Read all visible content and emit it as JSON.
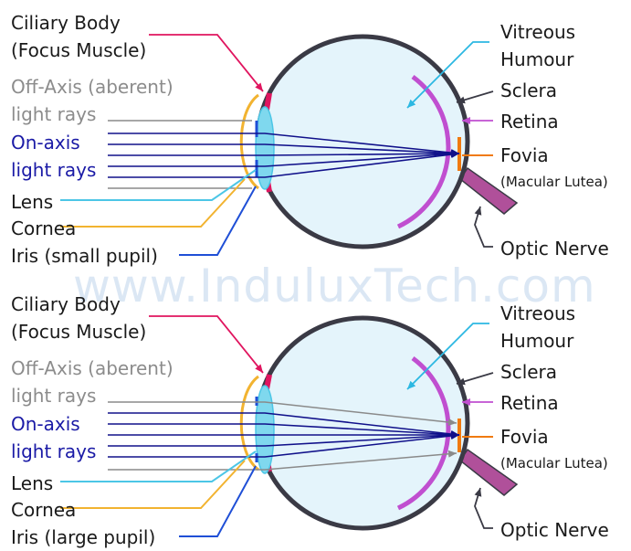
{
  "watermark": "www.InduluxTech.com",
  "colors": {
    "sclera": "#3a3a45",
    "vitreous": "#e4f4fb",
    "retina": "#c04fd0",
    "ciliary": "#e0155f",
    "lens": "#7fd8ee",
    "cornea": "#f2b330",
    "iris": "#1f4fd6",
    "on_axis": "#10108a",
    "off_axis": "#8a8a8a",
    "fovea": "#f07a10",
    "vitreous_pointer": "#2cb8e2",
    "optic_nerve": "#b0509a"
  },
  "diagrams": [
    {
      "ciliary_line1": "Ciliary Body",
      "ciliary_line2": "(Focus Muscle)",
      "offaxis_line1": "Off-Axis (aberent)",
      "offaxis_line2": "light rays",
      "onaxis_line1": "On-axis",
      "onaxis_line2": "light rays",
      "lens": "Lens",
      "cornea": "Cornea",
      "iris": "Iris (small pupil)",
      "vitreous_line1": "Vitreous",
      "vitreous_line2": "Humour",
      "sclera": "Sclera",
      "retina": "Retina",
      "fovea_line1": "Fovia",
      "fovea_line2": "(Macular Lutea)",
      "optic_nerve": "Optic Nerve"
    },
    {
      "ciliary_line1": "Ciliary Body",
      "ciliary_line2": "(Focus Muscle)",
      "offaxis_line1": "Off-Axis (aberent)",
      "offaxis_line2": "light rays",
      "onaxis_line1": "On-axis",
      "onaxis_line2": "light rays",
      "lens": "Lens",
      "cornea": "Cornea",
      "iris": "Iris (large pupil)",
      "vitreous_line1": "Vitreous",
      "vitreous_line2": "Humour",
      "sclera": "Sclera",
      "retina": "Retina",
      "fovea_line1": "Fovia",
      "fovea_line2": "(Macular Lutea)",
      "optic_nerve": "Optic Nerve"
    }
  ]
}
